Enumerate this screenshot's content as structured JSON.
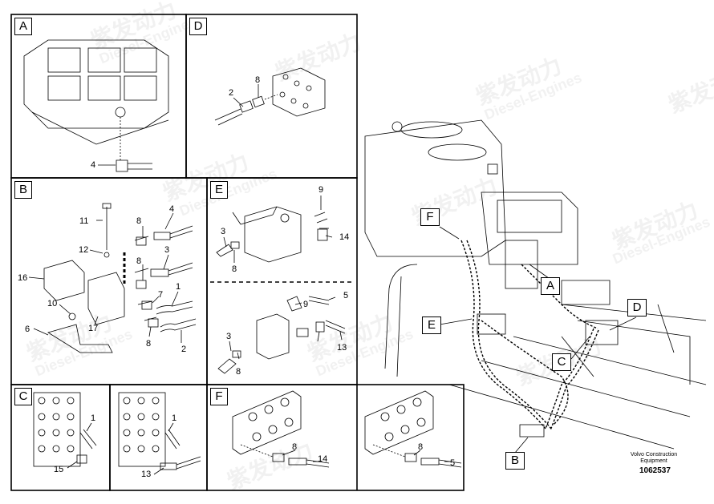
{
  "panels": {
    "A": {
      "tag": "A",
      "labels": [
        "4"
      ]
    },
    "D": {
      "tag": "D",
      "labels": [
        "2",
        "8"
      ]
    },
    "B": {
      "tag": "B",
      "labels": [
        "11",
        "8",
        "4",
        "12",
        "8",
        "3",
        "16",
        "7",
        "1",
        "10",
        "6",
        "17",
        "8",
        "2"
      ]
    },
    "E": {
      "tag": "E",
      "labels": [
        "9",
        "3",
        "8",
        "14",
        "9",
        "5",
        "3",
        "8",
        "13"
      ]
    },
    "C": {
      "tag": "C",
      "labels": [
        "1",
        "15",
        "1",
        "13"
      ]
    },
    "F": {
      "tag": "F",
      "labels": [
        "8",
        "14",
        "8",
        "5"
      ]
    }
  },
  "callouts": {
    "F": "F",
    "A": "A",
    "E": "E",
    "D": "D",
    "C": "C",
    "B": "B"
  },
  "watermark": {
    "brand_cn": "紫发动力",
    "brand_en": "Diesel-Engines"
  },
  "caption": {
    "line1": "Volvo Construction",
    "line2": "Equipment"
  },
  "doc_number": "1062537"
}
